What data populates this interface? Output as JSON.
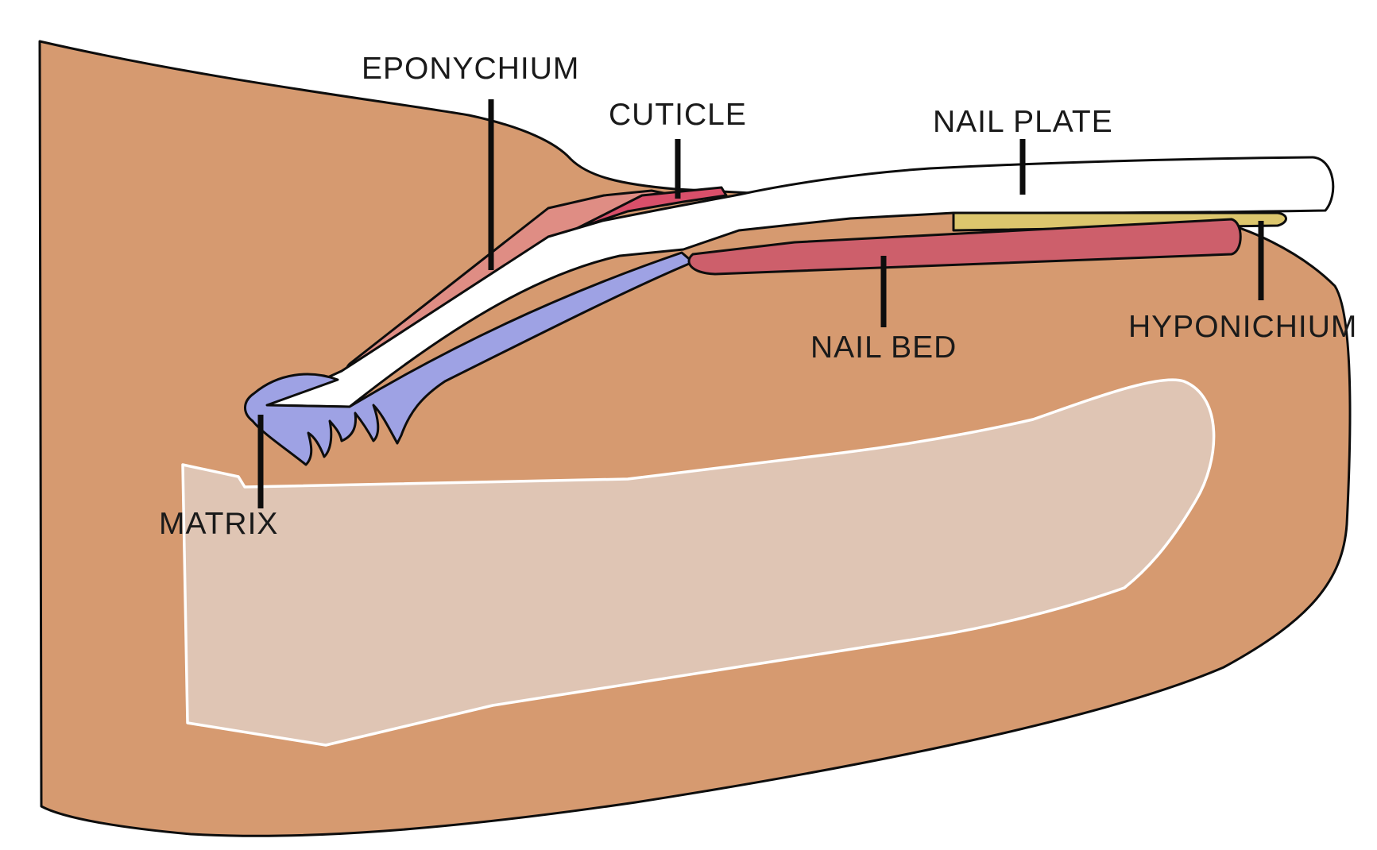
{
  "labels": {
    "eponychium": "EPONYCHIUM",
    "cuticle": "CUTICLE",
    "nail_plate": "NAIL PLATE",
    "nail_bed": "NAIL BED",
    "hyponichium": "HYPONICHIUM",
    "matrix": "MATRIX"
  },
  "colors": {
    "skin": "#d69a70",
    "bone": "#dfc5b4",
    "bone_outline": "#ffffff",
    "nail_plate": "#ffffff",
    "eponychium": "#df8d84",
    "cuticle": "#d94f6a",
    "matrix": "#9ea2e4",
    "nail_bed": "#cd5f6b",
    "hyponichium": "#dcc66d",
    "leader": "#0d0d0d",
    "text": "#1a1a1a"
  }
}
